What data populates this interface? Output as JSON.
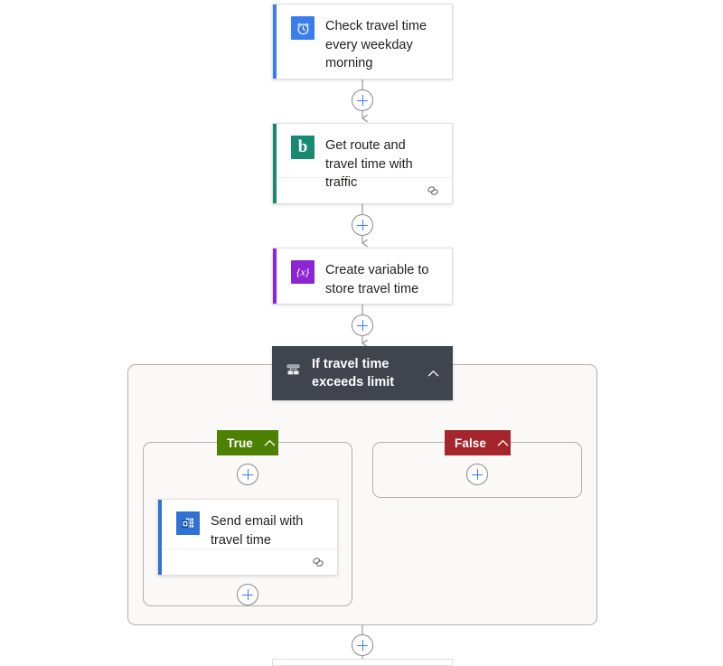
{
  "canvas": {
    "background": "#ffffff",
    "accent_blue": "#3b7dea",
    "condition_bg": "#3f444d",
    "true_color": "#4d8103",
    "false_color": "#a4262c",
    "scope_bg": "#faf9f8",
    "scope_border": "#b3b0ad"
  },
  "nodes": {
    "trigger": {
      "title": "Check travel time every weekday morning",
      "icon": "alarm-clock-icon",
      "accent": "#3b7dea"
    },
    "bing": {
      "title": "Get route and travel time with traffic",
      "icon": "bing-maps-icon",
      "accent": "#198a72",
      "footer_icon": "chain-link-icon",
      "glyph": "b"
    },
    "variable": {
      "title": "Create variable to store travel time",
      "icon": "variable-icon",
      "accent": "#8c26d4",
      "glyph": "{x}"
    },
    "condition": {
      "title": "If travel time exceeds limit",
      "icon": "condition-branch-icon",
      "collapse_icon": "chevron-up-icon"
    },
    "email": {
      "title": "Send email with travel time",
      "icon": "outlook-icon",
      "accent": "#2f72d4",
      "footer_icon": "chain-link-icon"
    }
  },
  "branches": {
    "true": {
      "label": "True",
      "collapse_icon": "chevron-up-icon",
      "color": "#4d8103"
    },
    "false": {
      "label": "False",
      "collapse_icon": "chevron-up-icon",
      "color": "#a4262c"
    }
  },
  "add_buttons": [
    {
      "name": "add-step-after-trigger"
    },
    {
      "name": "add-step-after-bing"
    },
    {
      "name": "add-step-after-variable"
    },
    {
      "name": "add-step-in-true-branch-top"
    },
    {
      "name": "add-step-in-true-branch-bottom"
    },
    {
      "name": "add-step-in-false-branch"
    },
    {
      "name": "add-step-after-condition"
    }
  ]
}
